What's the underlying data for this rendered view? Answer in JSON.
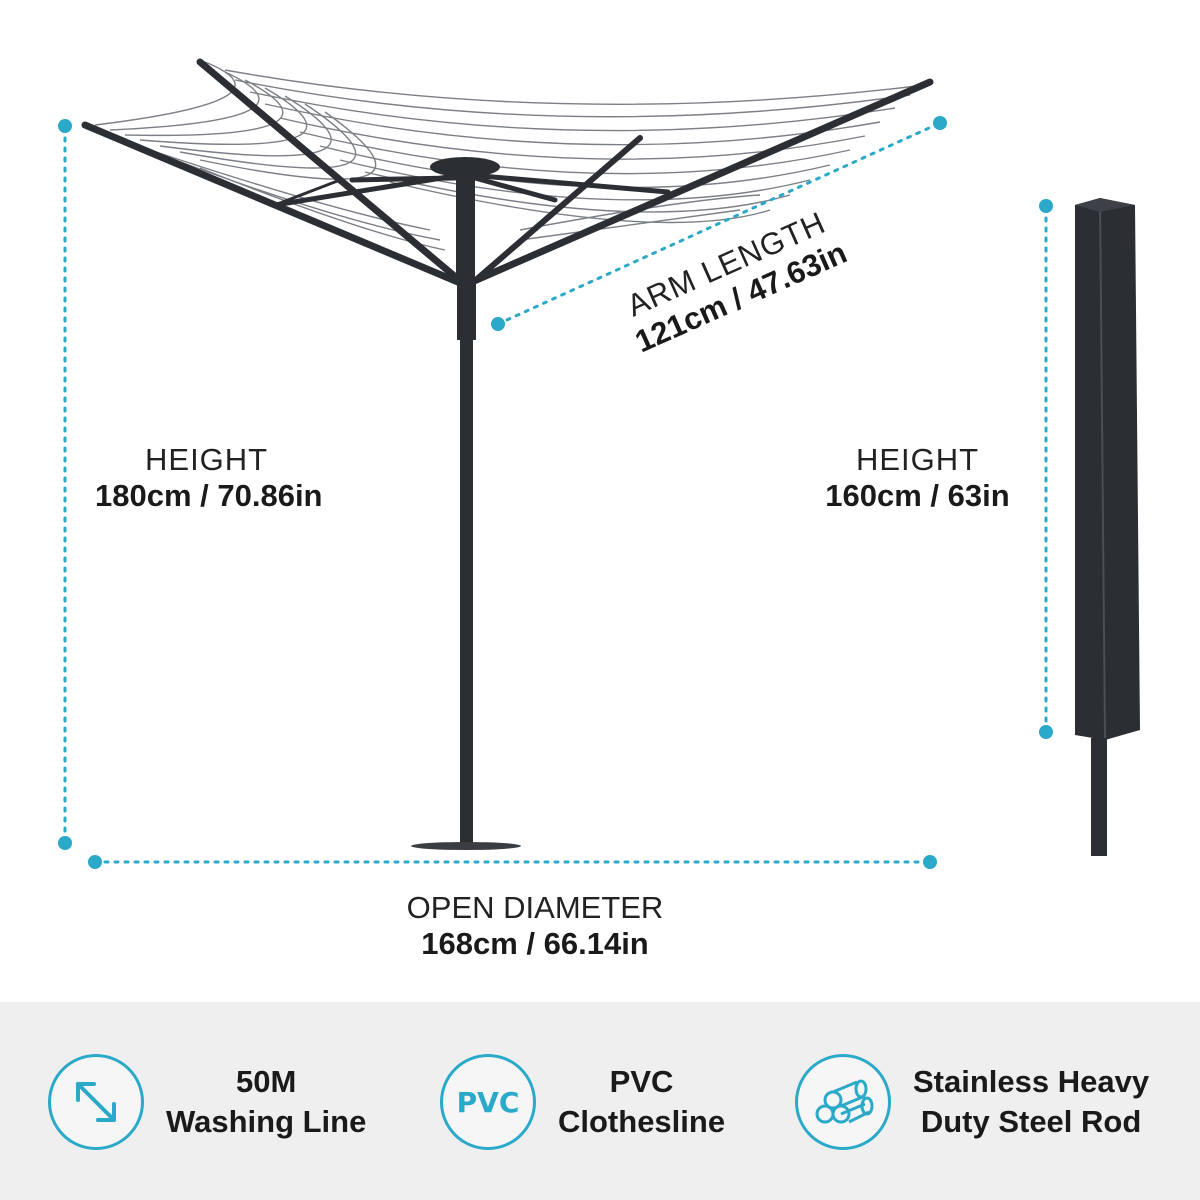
{
  "colors": {
    "accent": "#2aa9c8",
    "product": "#2b2e33",
    "footer_bg": "#efefef"
  },
  "dimensions": {
    "arm_length": {
      "caption": "ARM LENGTH",
      "value": "121cm / 47.63in"
    },
    "height_open": {
      "caption": "HEIGHT",
      "value": "180cm / 70.86in"
    },
    "height_closed": {
      "caption": "HEIGHT",
      "value": "160cm / 63in"
    },
    "open_diameter": {
      "caption": "OPEN DIAMETER",
      "value": "168cm / 66.14in"
    }
  },
  "features": [
    {
      "icon": "diagonal-arrow-icon",
      "line1": "50M",
      "line2": "Washing Line"
    },
    {
      "icon": "pvc-badge-icon",
      "icon_text": "PVC",
      "line1": "PVC",
      "line2": "Clothesline"
    },
    {
      "icon": "steel-rods-icon",
      "line1": "Stainless Heavy",
      "line2": "Duty Steel Rod"
    }
  ]
}
